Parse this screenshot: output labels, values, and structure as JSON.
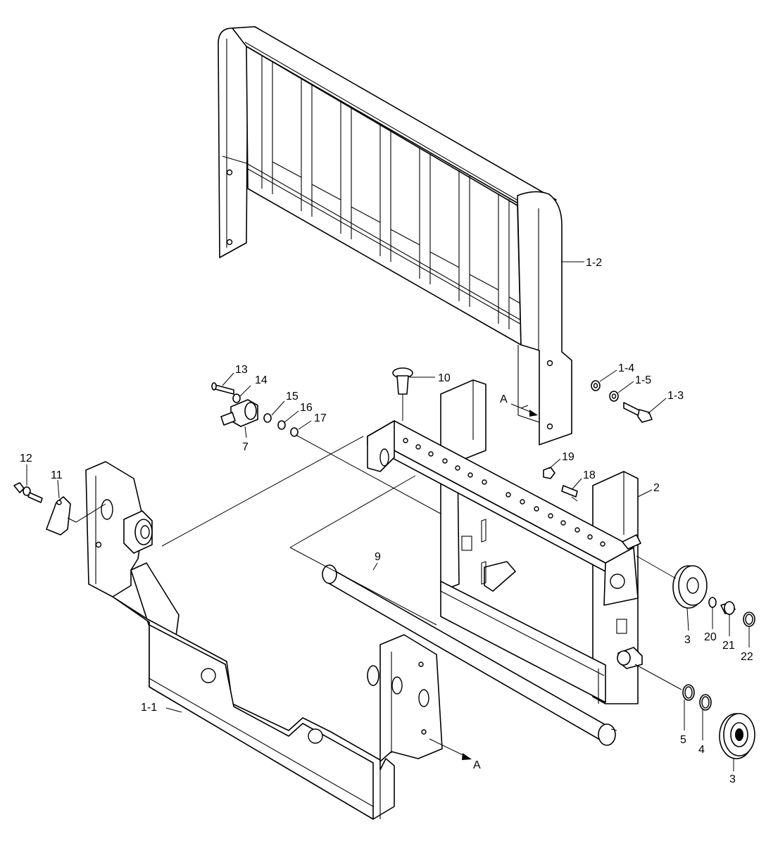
{
  "callouts": {
    "c1_2": "1-2",
    "c1_4": "1-4",
    "c1_5": "1-5",
    "c1_3": "1-3",
    "c10": "10",
    "c13": "13",
    "c14": "14",
    "c15": "15",
    "c16": "16",
    "c17": "17",
    "c7": "7",
    "c12": "12",
    "c11": "11",
    "c19": "19",
    "c18": "18",
    "c2": "2",
    "c9": "9",
    "c3a": "3",
    "c20": "20",
    "c21": "21",
    "c22": "22",
    "c5": "5",
    "c4": "4",
    "c3b": "3",
    "c1_1": "1-1",
    "viewA_top": "A",
    "viewA_bottom": "A"
  }
}
